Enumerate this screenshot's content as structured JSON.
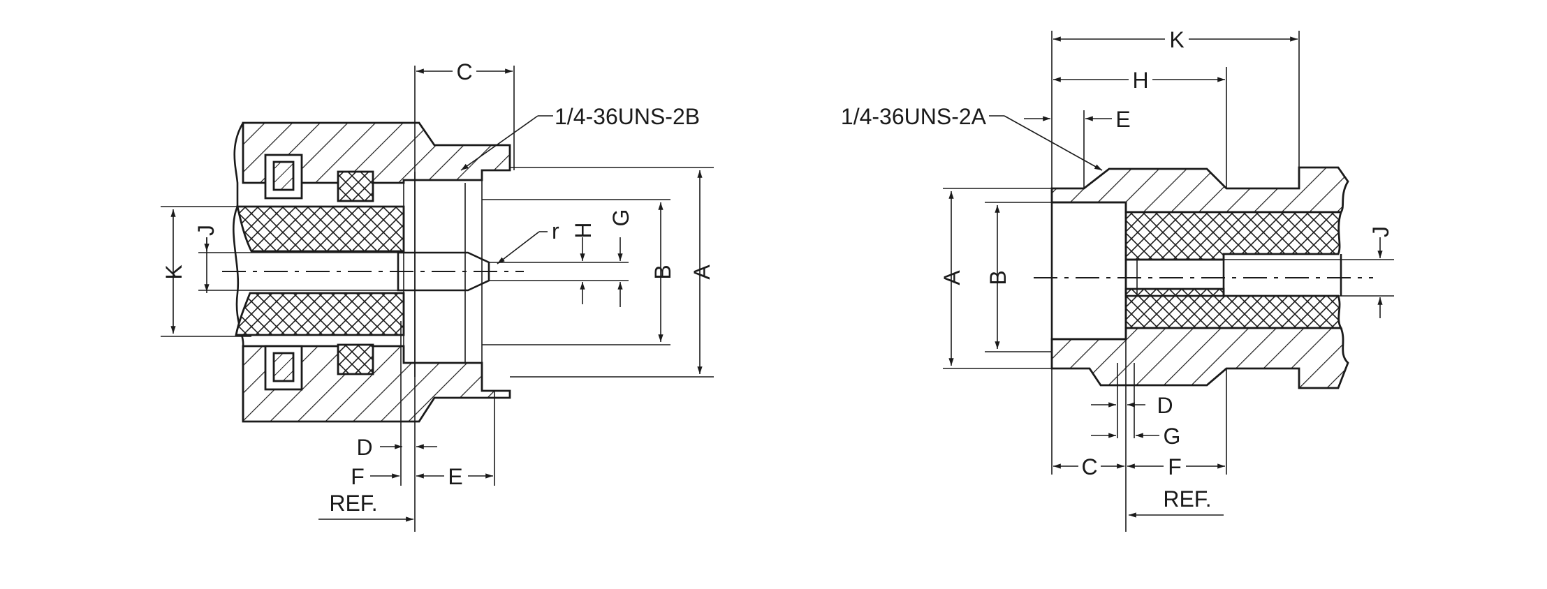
{
  "left_view": {
    "thread_callout": "1/4-36UNS-2B",
    "dim_labels": {
      "C": "C",
      "K": "K",
      "J": "J",
      "r": "r",
      "H": "H",
      "G": "G",
      "B": "B",
      "A": "A",
      "D": "D",
      "F": "F",
      "E": "E",
      "ref": "REF."
    }
  },
  "right_view": {
    "thread_callout": "1/4-36UNS-2A",
    "dim_labels": {
      "K": "K",
      "H": "H",
      "E": "E",
      "A": "A",
      "B": "B",
      "J": "J",
      "D": "D",
      "G": "G",
      "C": "C",
      "F": "F",
      "ref": "REF."
    }
  },
  "colors": {
    "ink": "#1a1a1a",
    "background": "#ffffff"
  }
}
